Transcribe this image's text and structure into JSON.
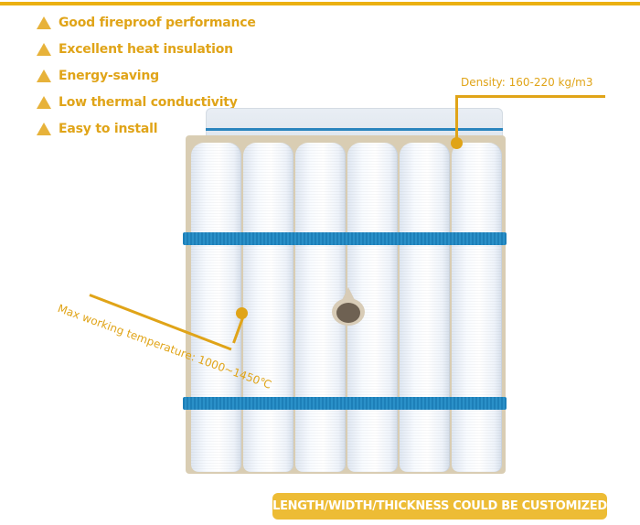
{
  "features": [
    {
      "icon": "triangle-bullet-icon",
      "label": "Good fireproof performance"
    },
    {
      "icon": "triangle-bullet-icon",
      "label": "Excellent heat insulation"
    },
    {
      "icon": "triangle-bullet-icon",
      "label": "Energy-saving"
    },
    {
      "icon": "triangle-bullet-icon",
      "label": "Low thermal conductivity"
    },
    {
      "icon": "triangle-bullet-icon",
      "label": "Easy to install"
    }
  ],
  "callouts": {
    "density": "Density: 160-220 kg/m3",
    "max_temperature": "Max working temperature: 1000~1450℃"
  },
  "banner": {
    "label": "LENGTH/WIDTH/THICKNESS COULD BE CUSTOMIZED"
  },
  "colors": {
    "accent": "#e0a418",
    "banner": "#edbc35",
    "strap": "#2a85be"
  }
}
